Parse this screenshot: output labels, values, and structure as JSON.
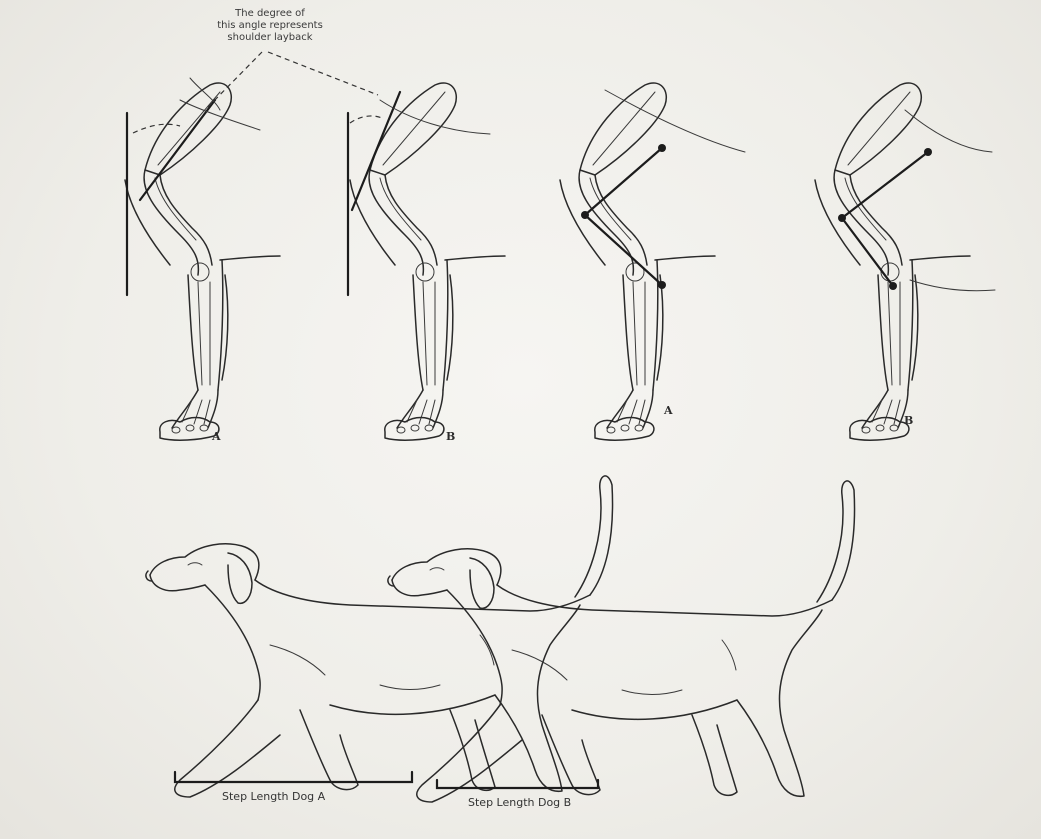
{
  "annotation": {
    "line1": "The degree of",
    "line2": "this angle represents",
    "line3": "shoulder layback"
  },
  "panel_labels": {
    "left_a": "A",
    "left_b": "B",
    "right_a": "A",
    "right_b": "B"
  },
  "step_labels": {
    "dog_a": "Step Length Dog A",
    "dog_b": "Step Length Dog B"
  }
}
